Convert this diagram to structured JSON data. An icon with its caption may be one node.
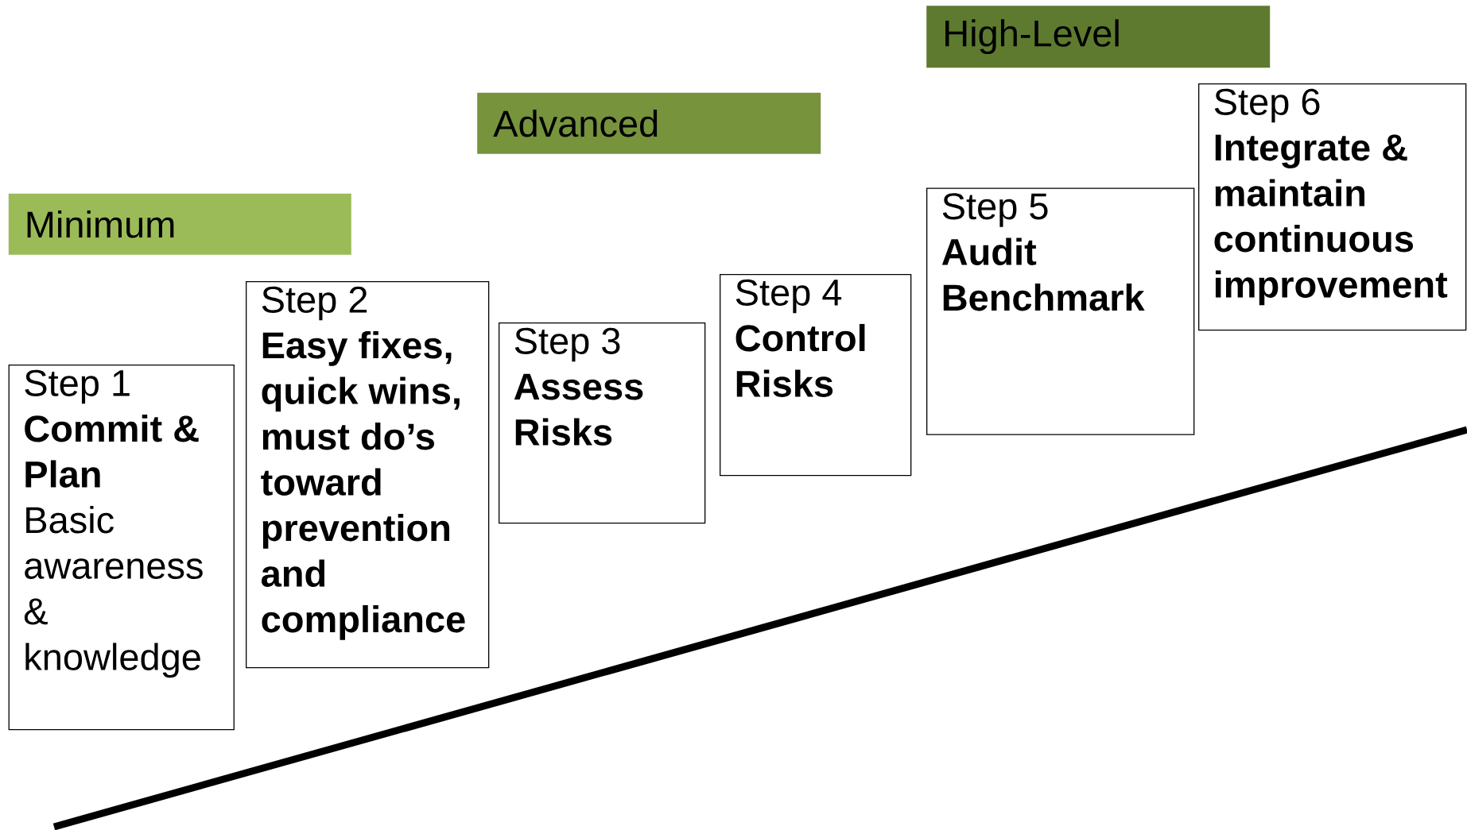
{
  "diagram": {
    "nodes": [
      {
        "text": [
          "Minimum"
        ]
      },
      {
        "text": [
          "Advanced"
        ]
      },
      {
        "text": [
          "High-Level"
        ]
      },
      {
        "text": [
          "Step 1",
          "Commit & Plan",
          "Basic awareness & knowledge"
        ]
      },
      {
        "text": [
          "Step 2",
          "Easy fixes, quick wins, must do’s toward prevention and compliance"
        ]
      },
      {
        "text": [
          "Step 3",
          "Assess Risks"
        ]
      },
      {
        "text": [
          "Step 4",
          "Control Risks"
        ]
      },
      {
        "text": [
          "Step 5",
          "Audit Benchmark"
        ]
      },
      {
        "text": [
          "Step 6",
          "Integrate & maintain continuous improvement"
        ]
      }
    ]
  }
}
